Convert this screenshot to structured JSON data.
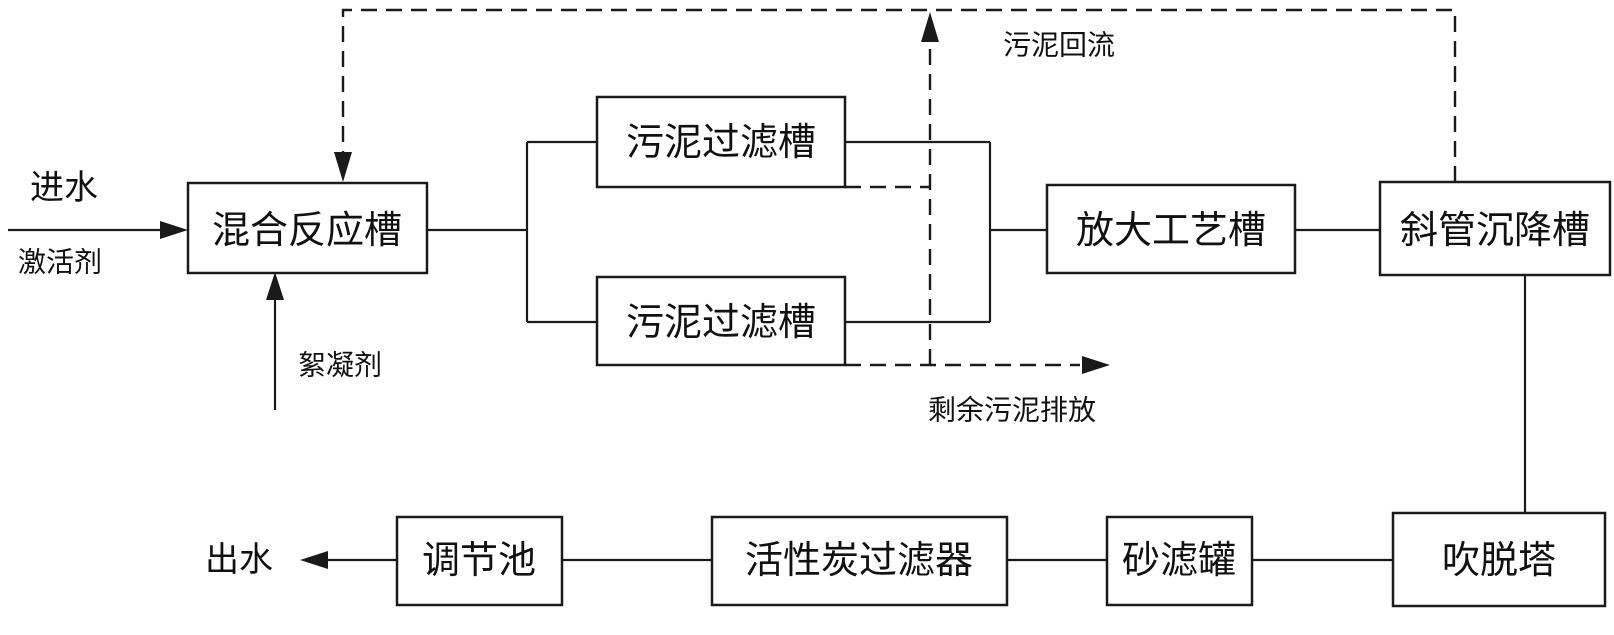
{
  "boxes": {
    "mixing_tank": "混合反应槽",
    "sludge_filter_1": "污泥过滤槽",
    "sludge_filter_2": "污泥过滤槽",
    "amplify_tank": "放大工艺槽",
    "inclined_tube_settler": "斜管沉降槽",
    "stripping_tower": "吹脱塔",
    "sand_filter": "砂滤罐",
    "activated_carbon_filter": "活性炭过滤器",
    "regulating_pool": "调节池"
  },
  "labels": {
    "inlet_water": "进水",
    "activator": "激活剂",
    "flocculant": "絮凝剂",
    "sludge_return": "污泥回流",
    "excess_sludge_discharge": "剩余污泥排放",
    "outlet_water": "出水"
  }
}
